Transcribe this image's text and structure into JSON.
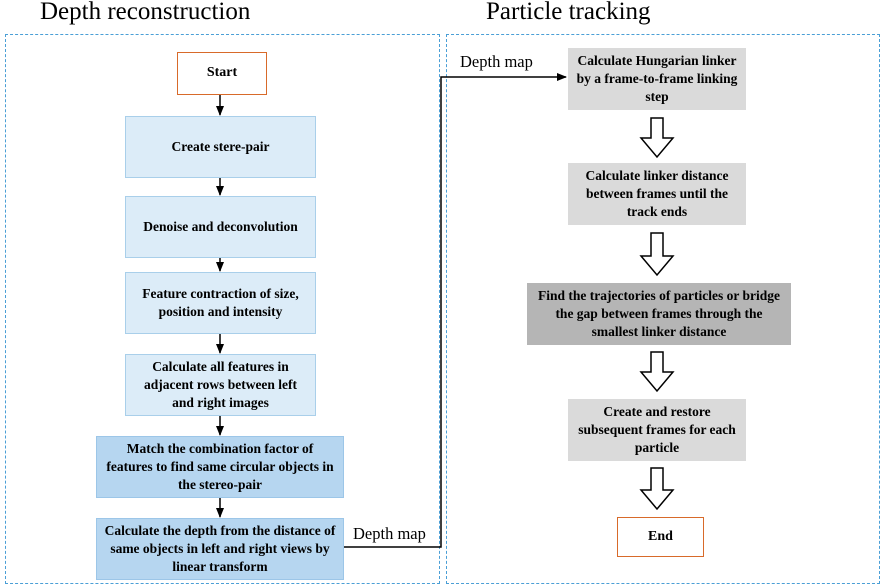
{
  "left": {
    "title": "Depth reconstruction",
    "start": "Start",
    "steps": [
      "Create stere-pair",
      "Denoise and deconvolution",
      "Feature contraction of size, position and intensity",
      "Calculate all features in adjacent rows between left and right images",
      "Match the combination factor of features to find same circular objects in the stereo-pair",
      "Calculate the depth from the distance of same objects in left and right views by linear transform"
    ],
    "output_label": "Depth map"
  },
  "right": {
    "title": "Particle tracking",
    "input_label": "Depth map",
    "steps": [
      "Calculate Hungarian linker by a frame-to-frame linking step",
      "Calculate linker distance between frames until the track ends",
      "Find the trajectories of particles or bridge the gap between frames through the smallest linker distance",
      "Create and restore subsequent frames for each particle"
    ],
    "end": "End"
  },
  "colors": {
    "panel_border": "#4a9fd6",
    "terminal_border": "#d86a2a",
    "step_light_blue": "#dcecf8",
    "step_blue": "#b6d6f0",
    "step_grey": "#dadada",
    "step_dark_grey": "#b5b5b5"
  }
}
